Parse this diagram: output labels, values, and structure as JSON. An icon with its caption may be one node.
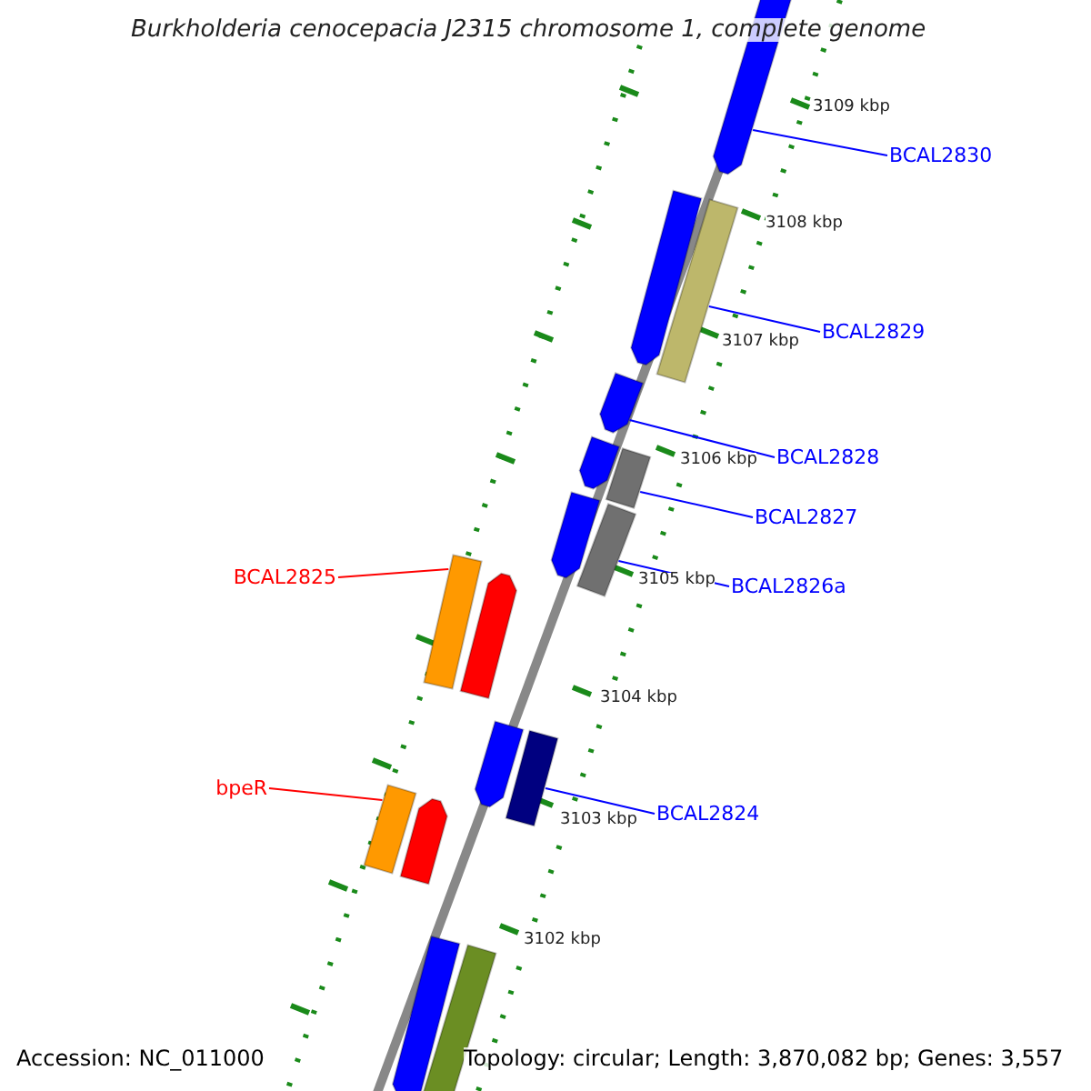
{
  "diagram": {
    "title": "Burkholderia cenocepacia J2315 chromosome 1, complete genome",
    "nodes": [
      {
        "text": [
          "BCAL2830"
        ]
      },
      {
        "text": [
          "BCAL2829"
        ]
      },
      {
        "text": [
          "BCAL2828"
        ]
      },
      {
        "text": [
          "BCAL2827"
        ]
      },
      {
        "text": [
          "BCAL2826a"
        ]
      },
      {
        "text": [
          "BCAL2825"
        ]
      },
      {
        "text": [
          "bpeR"
        ]
      },
      {
        "text": [
          "BCAL2824"
        ]
      },
      {
        "text": [],
        "shape": "bar"
      },
      {
        "text": [],
        "shape": "bar"
      },
      {
        "text": [],
        "shape": "bar"
      },
      {
        "text": [],
        "shape": "bar"
      },
      {
        "text": [],
        "shape": "bar"
      },
      {
        "text": [],
        "shape": "bar"
      },
      {
        "text": [],
        "shape": "bar"
      },
      {
        "text": [],
        "shape": "bar"
      },
      {
        "text": [],
        "shape": "bar"
      },
      {
        "text": [],
        "shape": "bar"
      },
      {
        "text": [],
        "shape": "bar"
      },
      {
        "text": [],
        "shape": "bar"
      },
      {
        "text": [],
        "shape": "bar"
      },
      {
        "text": [],
        "shape": "bar"
      },
      {
        "text": [],
        "shape": "bar"
      },
      {
        "text": [],
        "shape": "bar"
      }
    ],
    "edges": [
      {
        "from": 0,
        "to": 8,
        "arrow": "none"
      },
      {
        "from": 1,
        "to": 10,
        "arrow": "none"
      },
      {
        "from": 2,
        "to": 11,
        "arrow": "none"
      },
      {
        "from": 3,
        "to": 13,
        "arrow": "none"
      },
      {
        "from": 4,
        "to": 15,
        "arrow": "none"
      },
      {
        "from": 5,
        "to": 16,
        "arrow": "none",
        "color": "#ff0000"
      },
      {
        "from": 6,
        "to": 20,
        "arrow": "none",
        "color": "#ff0000"
      },
      {
        "from": 7,
        "to": 19,
        "arrow": "none"
      }
    ],
    "labels": [
      "3109 kbp",
      "3108 kbp",
      "3107 kbp",
      "3106 kbp",
      "3105 kbp",
      "3104 kbp",
      "3103 kbp",
      "3102 kbp",
      "Accession: NC_011000",
      "Topology: circular; Length: 3,870,082 bp; Genes: 3,557"
    ]
  }
}
